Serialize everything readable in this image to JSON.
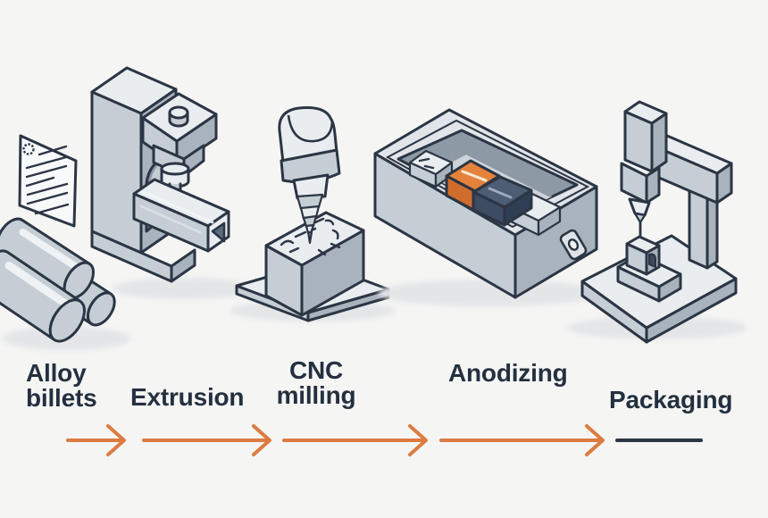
{
  "colors": {
    "background": "#f5f5f4",
    "outline": "#2b3544",
    "text": "#24303f",
    "arrow": "#dc7c41",
    "accent_orange": "#e5823c",
    "accent_orange_shade": "#d06c2c",
    "accent_orange_dark": "#b45b24",
    "steel_blue_top": "#4d5d73",
    "steel_blue_left": "#3c4c62",
    "steel_blue_right": "#2f3e52"
  },
  "process_flow": {
    "stages": [
      {
        "id": "alloy-billets",
        "label": "Alloy\nbillets",
        "illustration": "billet-stack-with-spec-sheet"
      },
      {
        "id": "extrusion",
        "label": "Extrusion",
        "illustration": "extrusion-press-with-square-tube"
      },
      {
        "id": "cnc-milling",
        "label": "CNC\nmilling",
        "illustration": "mill-spindle-over-block"
      },
      {
        "id": "anodizing",
        "label": "Anodizing",
        "illustration": "anodizing-tank-with-parts"
      },
      {
        "id": "packaging",
        "label": "Packaging",
        "illustration": "gantry-machine-over-part"
      }
    ],
    "connectors": [
      {
        "style": "arrow"
      },
      {
        "style": "arrow"
      },
      {
        "style": "arrow"
      },
      {
        "style": "arrow"
      },
      {
        "style": "plain-line"
      }
    ]
  }
}
